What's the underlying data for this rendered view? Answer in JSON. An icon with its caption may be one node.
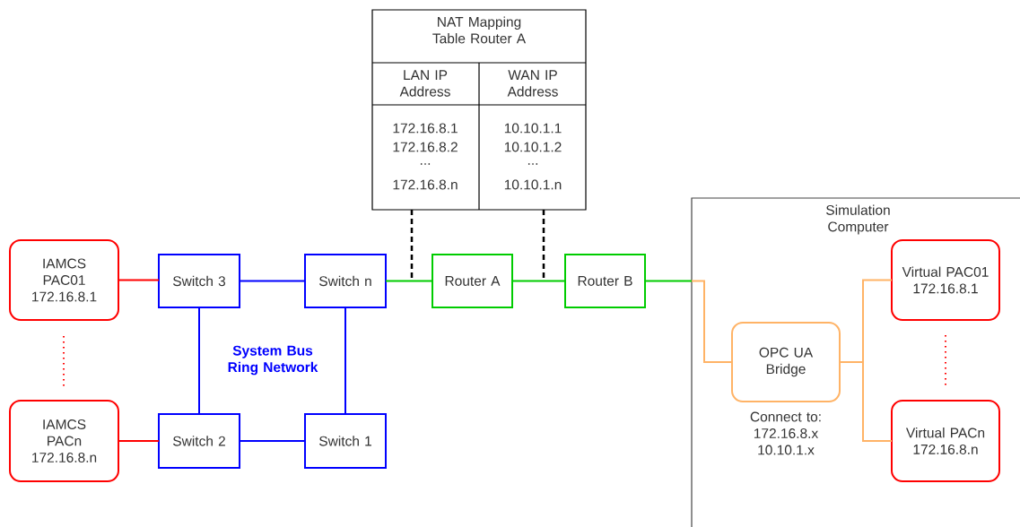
{
  "diagram": {
    "nodes": [
      {
        "text": [
          "NAT Mapping Table Router A"
        ]
      },
      {
        "text": [
          "IAMCS PAC01 172.16.8.1"
        ]
      },
      {
        "text": [
          "IAMCS PACn 172.16.8.n"
        ]
      },
      {
        "text": [
          "Switch 3"
        ]
      },
      {
        "text": [
          "Switch n"
        ]
      },
      {
        "text": [
          "Switch 2"
        ]
      },
      {
        "text": [
          "Switch 1"
        ]
      },
      {
        "text": [
          "Router A"
        ]
      },
      {
        "text": [
          "Router B"
        ]
      },
      {
        "text": [
          "Simulation Computer"
        ]
      },
      {
        "text": [
          "OPC UA Bridge"
        ],
        "in": 9,
        "beside": [
          "Connect to: 172.16.8.x 10.10.1.x"
        ]
      },
      {
        "text": [
          "Virtual PAC01 172.16.8.1"
        ],
        "in": 9
      },
      {
        "text": [
          "Virtual PACn 172.16.8.n"
        ],
        "in": 9
      }
    ],
    "edges": [
      {
        "from": 1,
        "to": 3,
        "arrow": "none",
        "color": "#ff0000"
      },
      {
        "from": 2,
        "to": 5,
        "arrow": "none",
        "color": "#ff0000"
      },
      {
        "from": 3,
        "to": 4,
        "arrow": "none",
        "color": "#0000ff"
      },
      {
        "from": 3,
        "to": 5,
        "arrow": "none",
        "color": "#0000ff"
      },
      {
        "from": 4,
        "to": 6,
        "arrow": "none",
        "color": "#0000ff"
      },
      {
        "from": 5,
        "to": 6,
        "arrow": "none",
        "color": "#0000ff"
      },
      {
        "from": 4,
        "to": 7,
        "arrow": "none",
        "color": "#00cc00"
      },
      {
        "from": 7,
        "to": 8,
        "arrow": "none",
        "color": "#00cc00"
      },
      {
        "from": 8,
        "to": 9,
        "arrow": "none",
        "color": "#00cc00"
      },
      {
        "from": 9,
        "to": 10,
        "arrow": "none",
        "color": "#ffb366"
      },
      {
        "from": 10,
        "to": 11,
        "arrow": "none",
        "color": "#ffb366"
      },
      {
        "from": 10,
        "to": 12,
        "arrow": "none",
        "color": "#ffb366"
      },
      {
        "from": 0,
        "to": null,
        "arrow": "none",
        "style": "dashed",
        "color": "#000000"
      },
      {
        "from": 0,
        "to": null,
        "arrow": "none",
        "style": "dashed",
        "color": "#000000"
      }
    ],
    "labels": [
      "LAN IP Address",
      "WAN IP Address",
      "172.16.8.1",
      "10.10.1.1",
      "172.16.8.2",
      "10.10.1.2",
      "...",
      "...",
      "172.16.8.n",
      "10.10.1.n",
      "System Bus Ring Network"
    ]
  }
}
